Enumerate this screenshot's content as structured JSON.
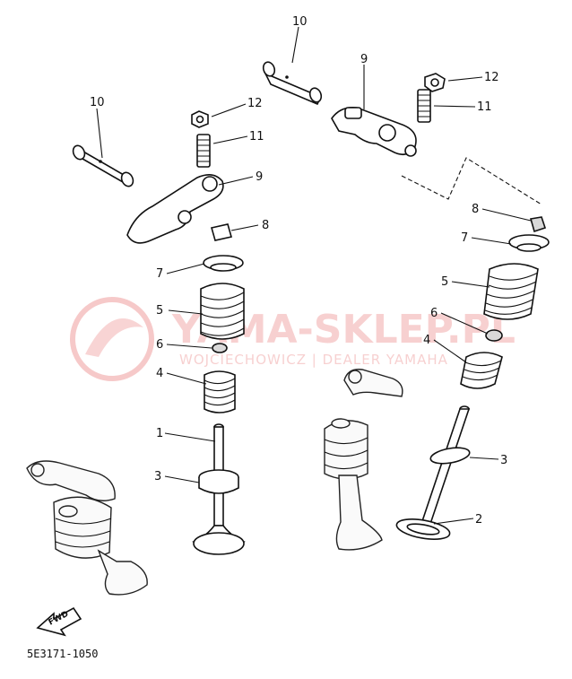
{
  "callouts": {
    "n10_top": "10",
    "n9_right": "9",
    "n12_right": "12",
    "n11_right": "11",
    "n10_left": "10",
    "n12_left": "12",
    "n11_left": "11",
    "n9_left": "9",
    "n8_left": "8",
    "n7_left": "7",
    "n5_left": "5",
    "n6_left": "6",
    "n4_left": "4",
    "n1": "1",
    "n3_left": "3",
    "n8_right": "8",
    "n7_right": "7",
    "n5_right": "5",
    "n6_right": "6",
    "n4_right": "4",
    "n3_right": "3",
    "n2": "2"
  },
  "watermark": {
    "title": "YAMA-SKLEP.PL",
    "subtitle": "WOJCIECHOWICZ | DEALER YAMAHA"
  },
  "direction_label": "FWD",
  "diagram_code": "5E3171-1050",
  "colors": {
    "ink": "#111111",
    "watermark": "#dc2828"
  }
}
